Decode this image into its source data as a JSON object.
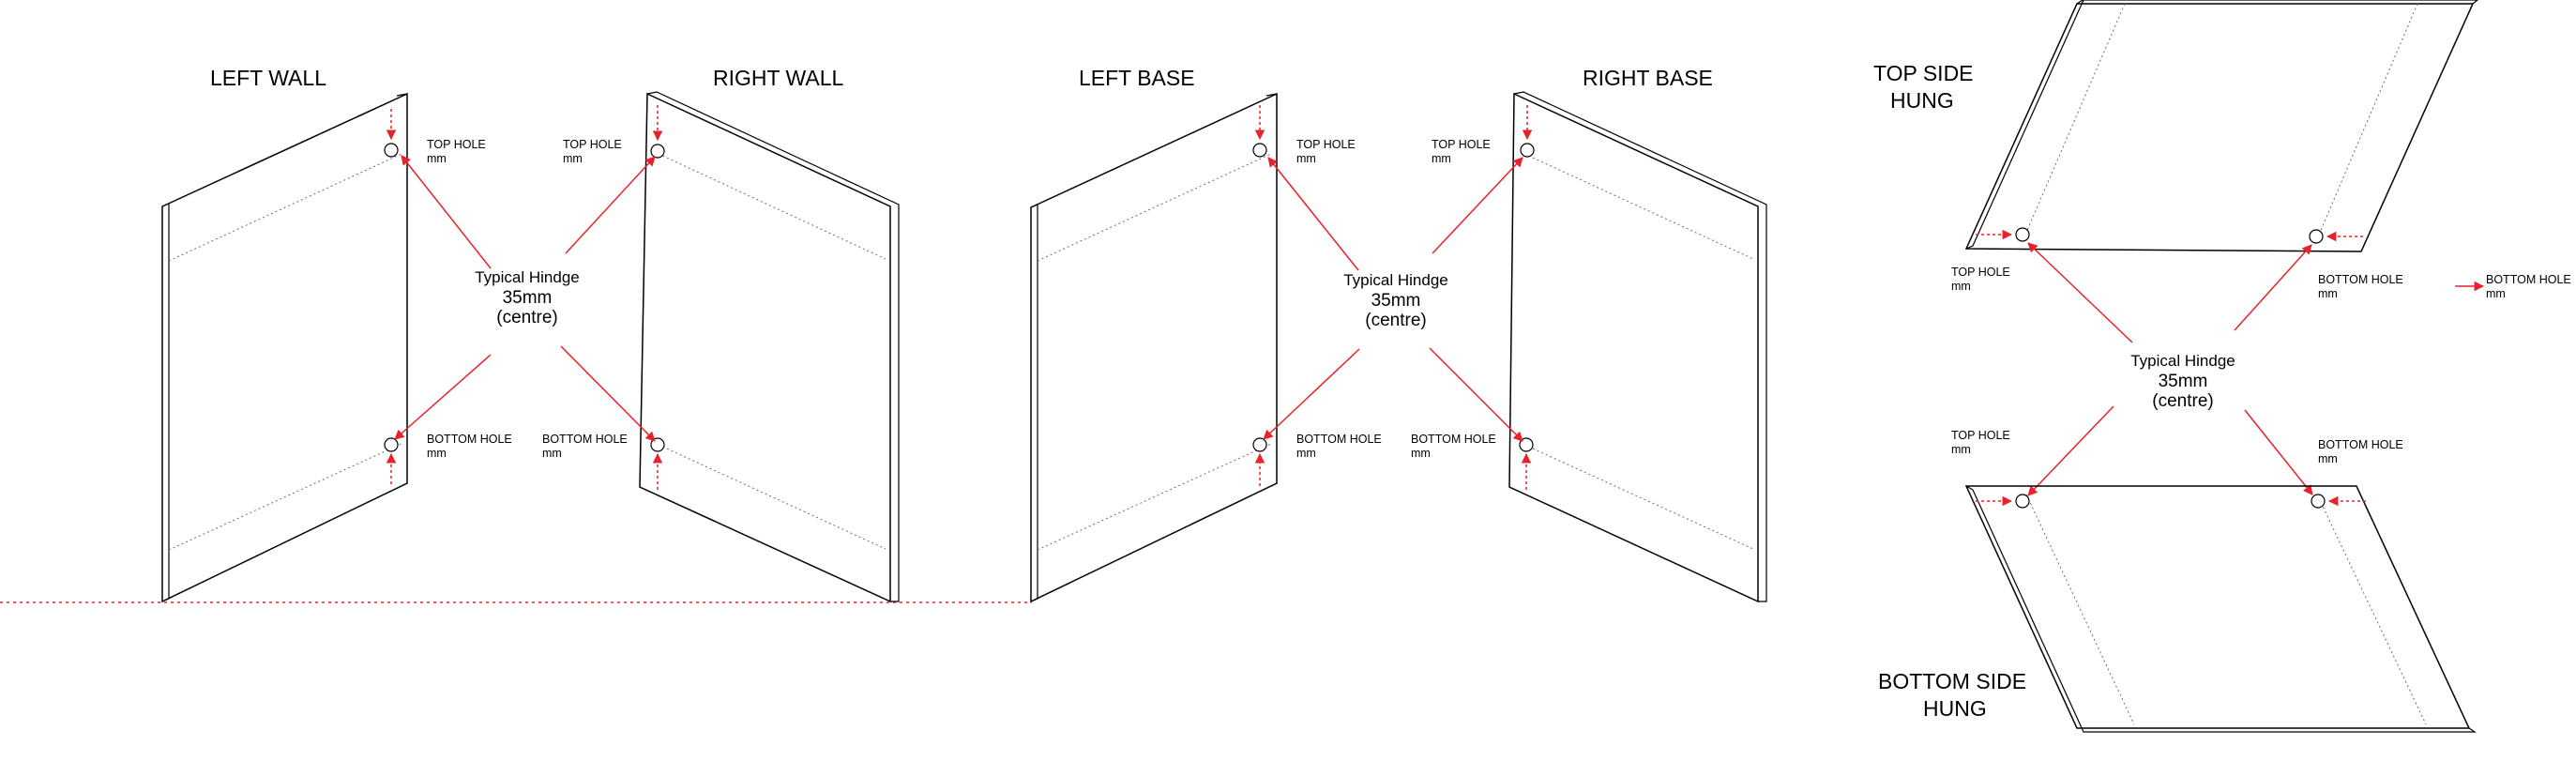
{
  "diagram": {
    "titles": {
      "left_wall": "LEFT  WALL",
      "right_wall": "RIGHT WALL",
      "left_base": "LEFT  BASE",
      "right_base": "RIGHT BASE",
      "top_side_hung": [
        "TOP SIDE",
        "HUNG"
      ],
      "bottom_side_hung": [
        "BOTTOM SIDE",
        "HUNG"
      ]
    },
    "labels": {
      "top_hole": "TOP HOLE",
      "bottom_hole": "BOTTOM HOLE",
      "unit": "mm"
    },
    "hinge_note": [
      "Typical Hindge",
      "35mm",
      "(centre)"
    ],
    "colors": {
      "arrow": "#e8222a",
      "line": "#000000",
      "dotted": "#6c6c6c"
    }
  }
}
